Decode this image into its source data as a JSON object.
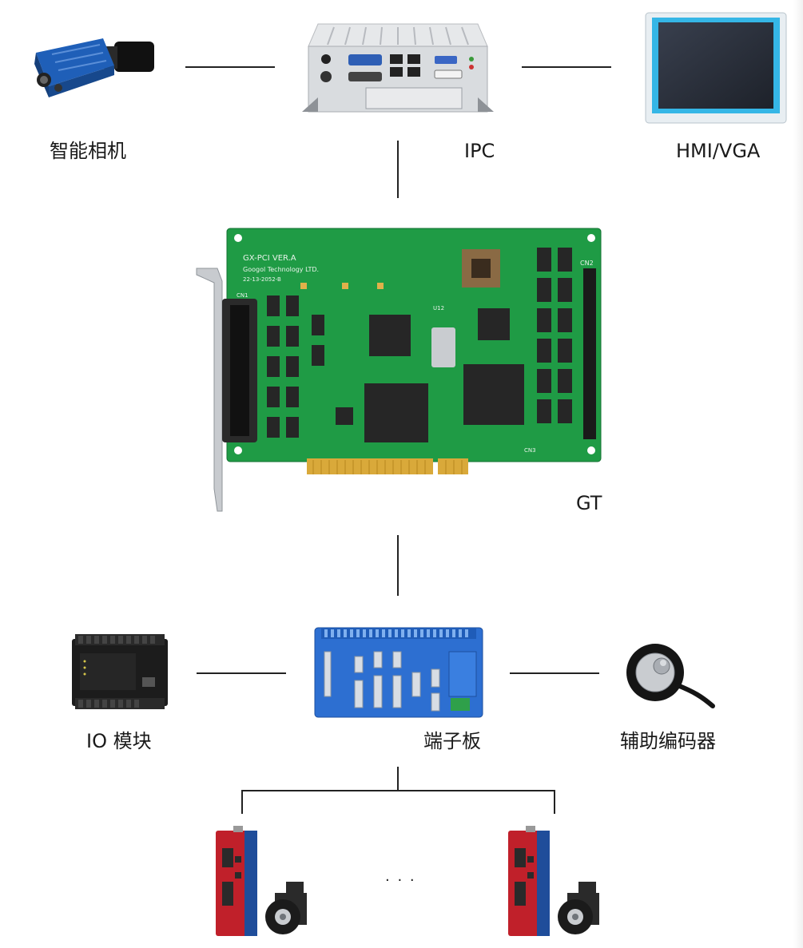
{
  "labels": {
    "camera": "智能相机",
    "ipc": "IPC",
    "hmi": "HMI/VGA",
    "gt": "GT",
    "io": "IO 模块",
    "terminal": "端子板",
    "encoder": "辅助编码器",
    "ellipsis": "· · ·"
  },
  "board_silkscreen": {
    "title": "GX-PCI VER.A",
    "maker": "Googol Technology LTD.",
    "code": "22-13-2052-B",
    "cn1": "CN1",
    "cn2": "CN2",
    "cn3": "CN3",
    "u12": "U12"
  },
  "colors": {
    "pcb_green": "#1f9b45",
    "ipc_body": "#d9dcdf",
    "hmi_frame": "#e8eef2",
    "hmi_screen": "#2a2f3a",
    "hmi_accent": "#35b6e6",
    "camera_blue": "#1f5fb8",
    "terminal_blue": "#2d6fd1",
    "servo_red": "#c0202a",
    "io_dark": "#1c1c1c"
  }
}
